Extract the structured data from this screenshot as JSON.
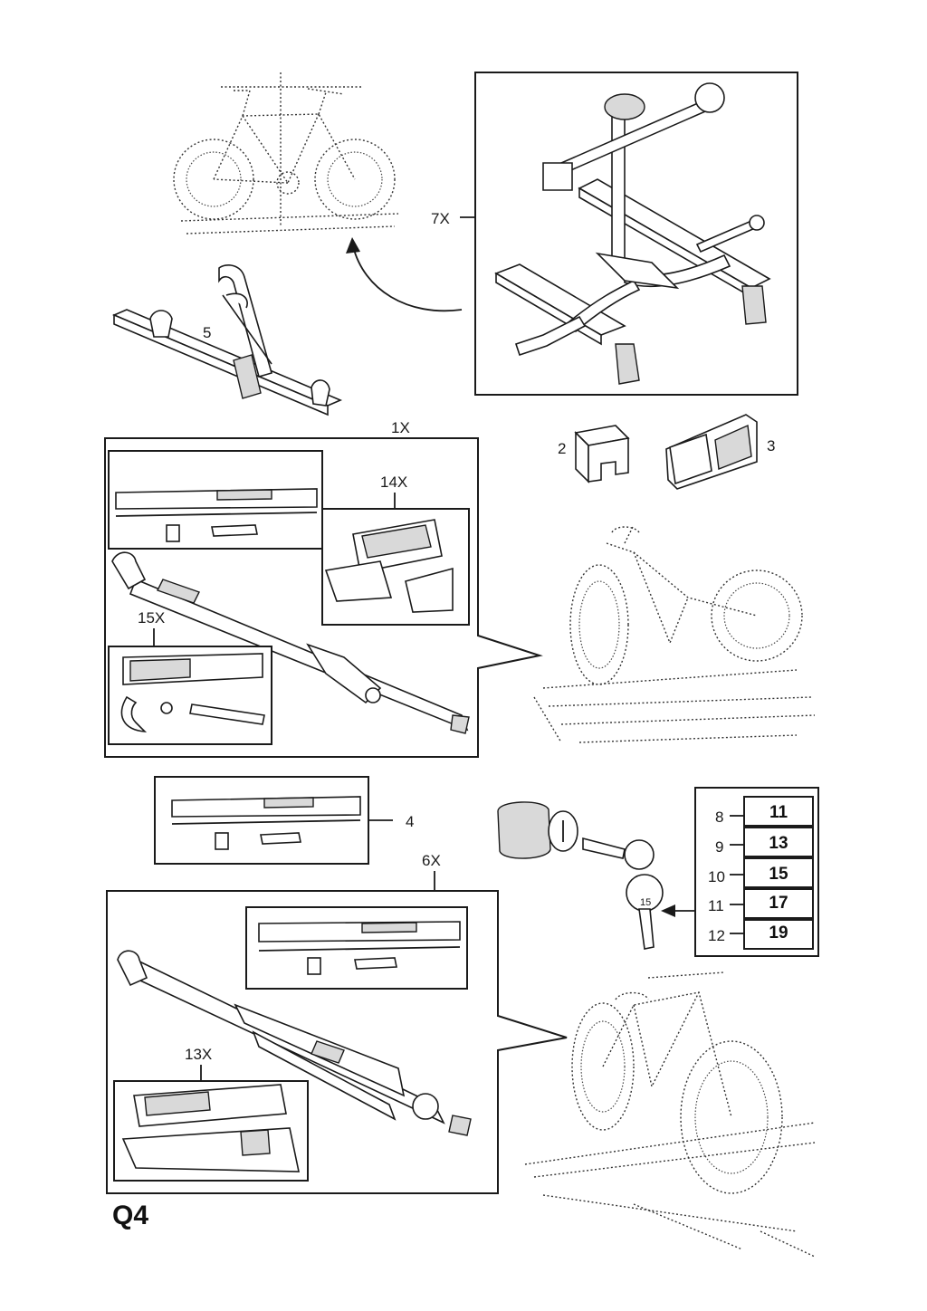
{
  "diagram": {
    "page_code": "Q4",
    "labels": {
      "rack_assembly": "7X",
      "rail_carrier": "5",
      "kit_fork_mount": "1X",
      "kit_fork_box": "14X",
      "kit_fork_parts": "15X",
      "cap_small": "2",
      "cap_large": "3",
      "rail_kit": "4",
      "kit_frame_mount": "6X",
      "kit_frame_parts": "13X"
    },
    "key_table": {
      "rows": [
        {
          "ref": "8",
          "value": "11"
        },
        {
          "ref": "9",
          "value": "13"
        },
        {
          "ref": "10",
          "value": "15"
        },
        {
          "ref": "11",
          "value": "17"
        },
        {
          "ref": "12",
          "value": "19"
        }
      ],
      "key_tag": "15"
    }
  }
}
